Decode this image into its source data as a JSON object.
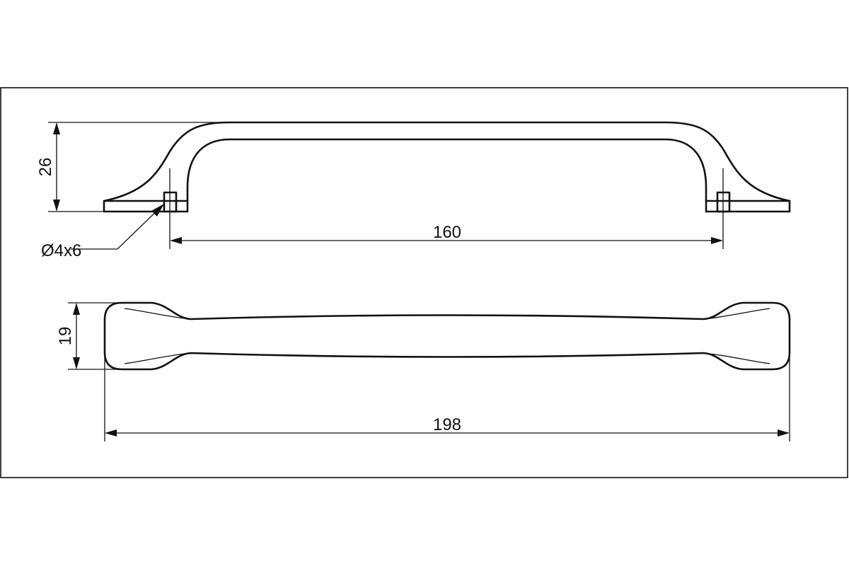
{
  "dimensions": {
    "height_side": "26",
    "hole_callout": "Ø4x6",
    "hole_spacing": "160",
    "width_top": "19",
    "overall_length": "198"
  }
}
